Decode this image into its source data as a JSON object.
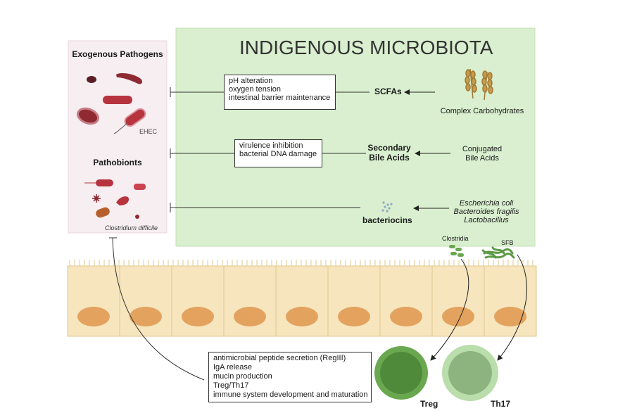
{
  "title": "INDIGENOUS MICROBIOTA",
  "left_panel": {
    "exogenous_heading": "Exogenous Pathogens",
    "ehec_label": "EHEC",
    "pathobionts_heading": "Pathobionts",
    "clostridium_label": "Clostridium difficile"
  },
  "rows": {
    "scfa": {
      "effects": [
        "pH alteration",
        "oxygen tension",
        "intestinal barrier maintenance"
      ],
      "product": "SCFAs",
      "source": "Complex Carbohydrates"
    },
    "bile": {
      "effects": [
        "virulence inhibition",
        "bacterial DNA damage"
      ],
      "product_line1": "Secondary",
      "product_line2": "Bile Acids",
      "source_line1": "Conjugated",
      "source_line2": "Bile Acids"
    },
    "bacteriocins": {
      "product": "bacteriocins",
      "sources": [
        "Escherichia coli",
        "Bacteroides fragilis",
        "Lactobacillus"
      ]
    }
  },
  "epithelium": {
    "clostridia_label": "Clostridia",
    "sfb_label": "SFB"
  },
  "host_response": {
    "items": [
      "antimicrobial peptide secretion (RegIII)",
      "IgA release",
      "mucin production",
      "Treg/Th17",
      "immune system development and maturation"
    ]
  },
  "cells": {
    "treg_label": "Treg",
    "th17_label": "Th17"
  },
  "colors": {
    "microbiota_panel": "#d9efcf",
    "pathogen_panel": "#f7eef1",
    "epithelium": "#f6e5bd",
    "nucleus": "#e3a35f",
    "pathogen_red": "#b7333e",
    "treg_green": "#5e9f4a",
    "th17_green": "#9fc98e"
  }
}
